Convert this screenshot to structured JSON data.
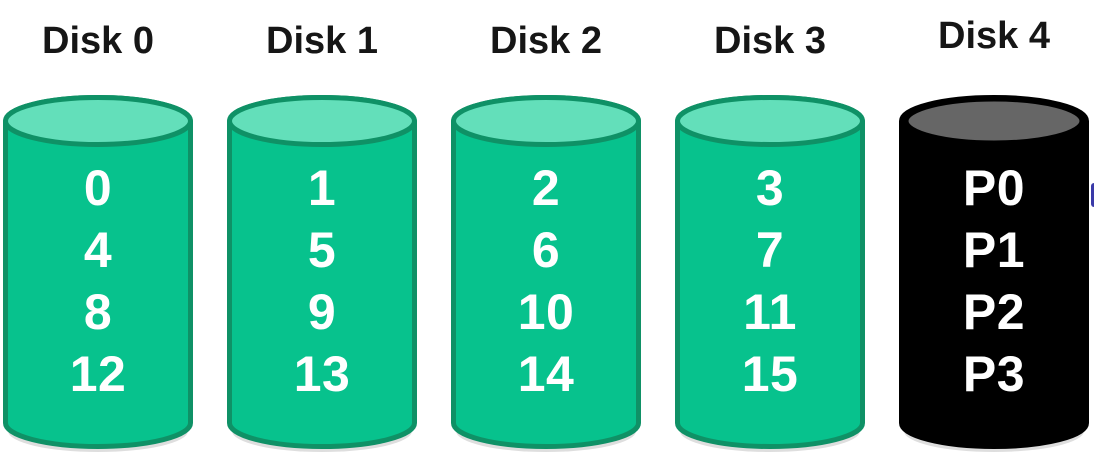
{
  "figure": {
    "description_visible_text_only": true,
    "disks": [
      {
        "title": "Disk 0",
        "type": "data",
        "blocks": [
          "0",
          "4",
          "8",
          "12"
        ]
      },
      {
        "title": "Disk 1",
        "type": "data",
        "blocks": [
          "1",
          "5",
          "9",
          "13"
        ]
      },
      {
        "title": "Disk 2",
        "type": "data",
        "blocks": [
          "2",
          "6",
          "10",
          "14"
        ]
      },
      {
        "title": "Disk 3",
        "type": "data",
        "blocks": [
          "3",
          "7",
          "11",
          "15"
        ]
      },
      {
        "title": "Disk 4",
        "type": "parity",
        "blocks": [
          "P0",
          "P1",
          "P2",
          "P3"
        ]
      }
    ],
    "colors": {
      "data_body": "#07c28d",
      "data_top": "#63dfba",
      "data_stroke": "#0f9166",
      "parity_body": "#000000",
      "parity_top": "#666666",
      "parity_stroke": "#000000",
      "block_text": "#ffffff",
      "title_text": "#161616",
      "artifact_blue": "#3a3aa8",
      "background": "#ffffff"
    }
  }
}
